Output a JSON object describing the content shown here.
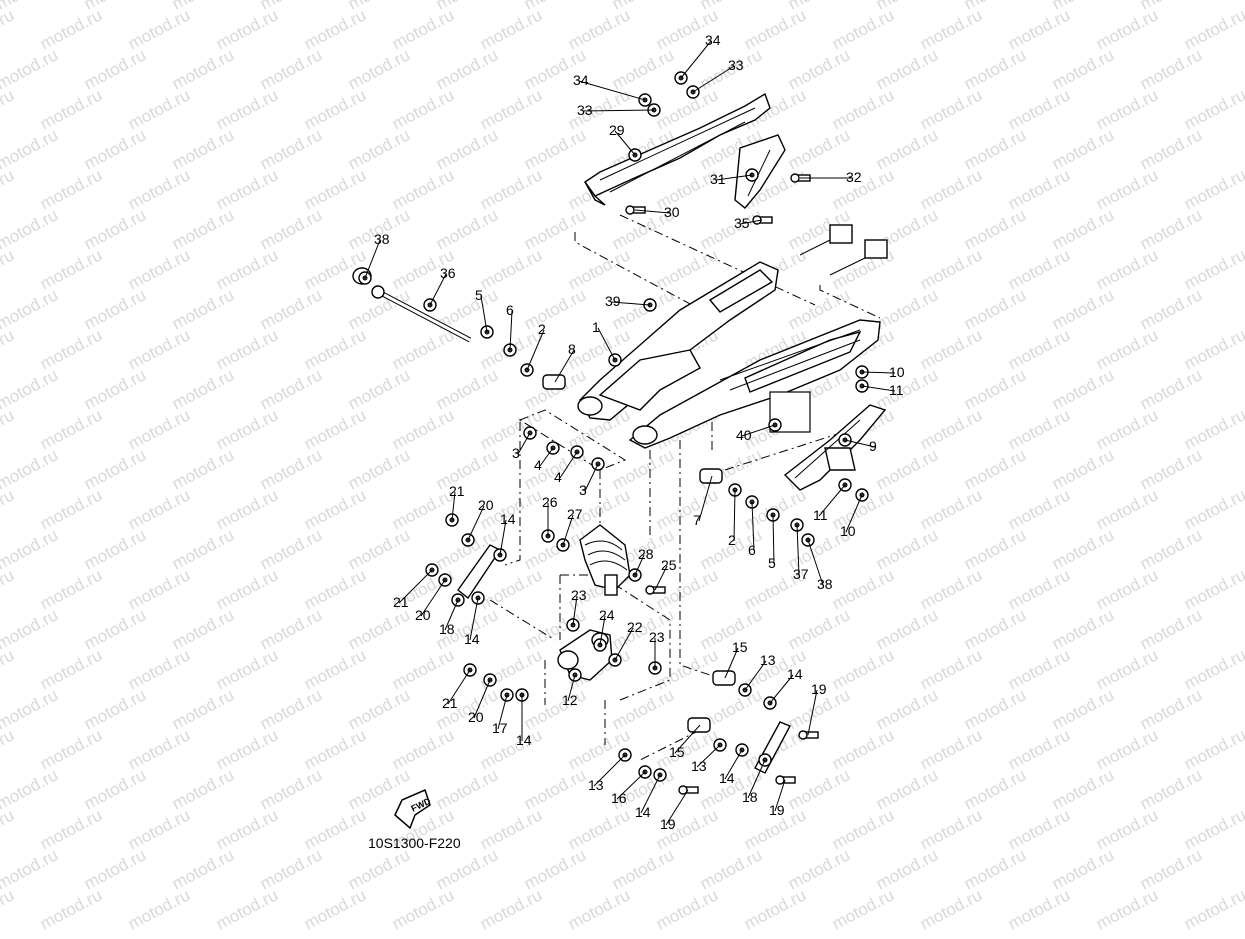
{
  "diagram": {
    "watermark": "motod.ru",
    "code": "10S1300-F220",
    "fwd": "FWD",
    "labels": [
      "34",
      "33",
      "34",
      "33",
      "29",
      "31",
      "32",
      "30",
      "35",
      "38",
      "36",
      "5",
      "6",
      "2",
      "8",
      "1",
      "39",
      "10",
      "11",
      "40",
      "9",
      "3",
      "4",
      "4",
      "3",
      "7",
      "2",
      "6",
      "5",
      "37",
      "38",
      "11",
      "10",
      "21",
      "20",
      "14",
      "26",
      "27",
      "28",
      "25",
      "21",
      "20",
      "18",
      "14",
      "23",
      "24",
      "22",
      "23",
      "15",
      "13",
      "14",
      "19",
      "21",
      "20",
      "17",
      "14",
      "12",
      "15",
      "13",
      "14",
      "18",
      "19",
      "13",
      "16",
      "14",
      "19"
    ]
  }
}
